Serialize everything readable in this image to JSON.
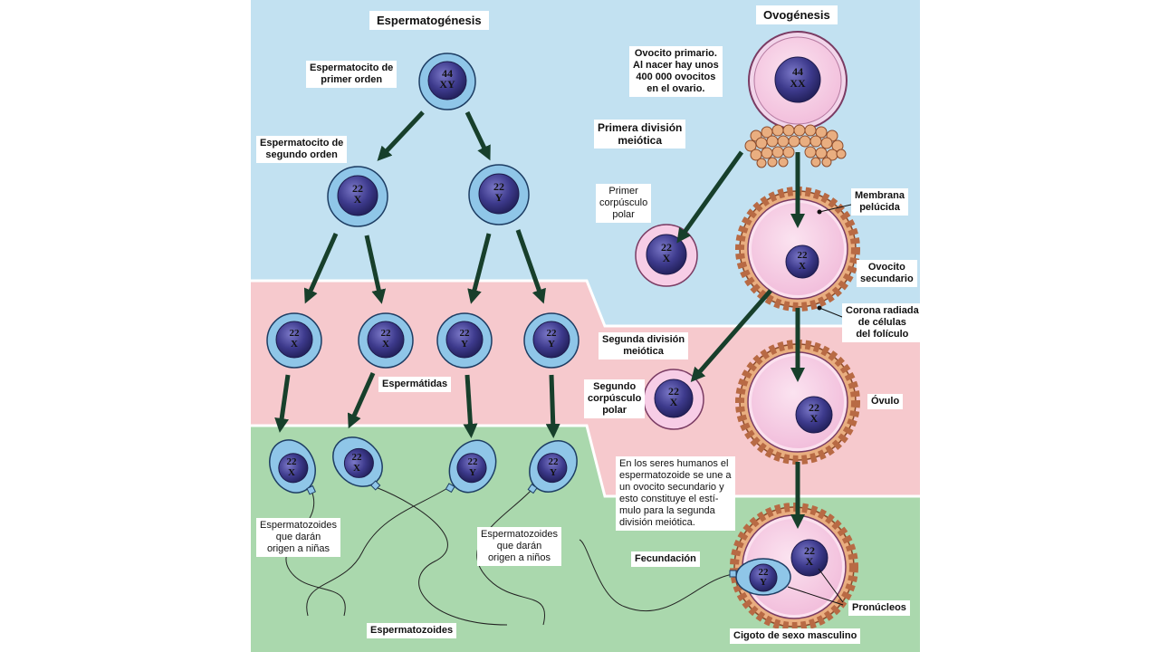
{
  "colors": {
    "zone_top": "#c2e1f1",
    "zone_mid": "#f6c9cd",
    "zone_bottom": "#aad8ad",
    "arrow": "#173f2b",
    "sperm_outer": "#8fc6e8",
    "egg_outer": "#f7cde6",
    "nucleus": "#3d3a8c",
    "follicle": "#e9ae80"
  },
  "titles": {
    "spermatogenesis": "Espermatogénesis",
    "oogenesis": "Ovogénesis"
  },
  "labels": {
    "primary_spermatocyte": "Espermatocito de\nprimer orden",
    "secondary_spermatocyte": "Espermatocito de\nsegundo orden",
    "spermatids": "Espermátidas",
    "sperm_girls": "Espermatozoides\nque darán\norigen a niñas",
    "sperm_boys": "Espermatozoides\nque darán\norigen a niños",
    "spermatozoa": "Espermatozoides",
    "primary_oocyte": "Ovocito primario.\nAl nacer hay unos\n400 000 ovocitos\nen el ovario.",
    "first_division": "Primera división\nmeiótica",
    "first_polar_body": "Primer\ncorpúsculo\npolar",
    "zona_pellucida": "Membrana\npelúcida",
    "secondary_oocyte": "Ovocito\nsecundario",
    "corona_radiata": "Corona radiada\nde células\ndel folículo",
    "second_division": "Segunda división\nmeiótica",
    "second_polar_body": "Segundo\ncorpúsculo\npolar",
    "ovum": "Óvulo",
    "note": "En los seres humanos el\nespermatozoide se une a\nun ovocito secundario y\nesto constituye el estí-\nmulo para la segunda\ndivisión meiótica.",
    "fertilization": "Fecundación",
    "pronuclei": "Pronúcleos",
    "zygote": "Cigoto de sexo masculino"
  },
  "cells": {
    "primary_spermatocyte": {
      "top": "44",
      "bottom": "XY"
    },
    "secondary_x": {
      "top": "22",
      "bottom": "X"
    },
    "secondary_y": {
      "top": "22",
      "bottom": "Y"
    },
    "spermatid_1": {
      "top": "22",
      "bottom": "X"
    },
    "spermatid_2": {
      "top": "22",
      "bottom": "X"
    },
    "spermatid_3": {
      "top": "22",
      "bottom": "Y"
    },
    "spermatid_4": {
      "top": "22",
      "bottom": "Y"
    },
    "sperm_1": {
      "top": "22",
      "bottom": "X"
    },
    "sperm_2": {
      "top": "22",
      "bottom": "X"
    },
    "sperm_3": {
      "top": "22",
      "bottom": "Y"
    },
    "sperm_4": {
      "top": "22",
      "bottom": "Y"
    },
    "primary_oocyte": {
      "top": "44",
      "bottom": "XX"
    },
    "first_polar_body": {
      "top": "22",
      "bottom": "X"
    },
    "secondary_oocyte": {
      "top": "22",
      "bottom": "X"
    },
    "second_polar_body": {
      "top": "22",
      "bottom": "X"
    },
    "ovum": {
      "top": "22",
      "bottom": "X"
    },
    "zygote_female_pronucleus": {
      "top": "22",
      "bottom": "X"
    },
    "zygote_male_pronucleus": {
      "top": "22",
      "bottom": "Y"
    }
  }
}
